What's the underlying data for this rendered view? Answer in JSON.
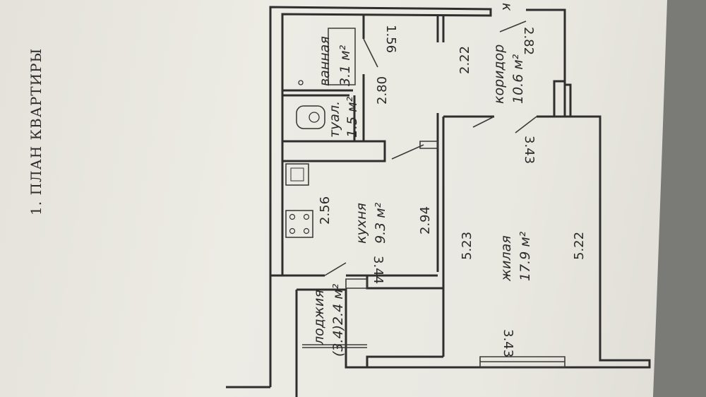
{
  "page": {
    "heading": "1. ПЛАН КВАРТИРЫ",
    "background_color": "#6d6f6a",
    "paper_color": "#e9e8e1",
    "ink_color": "#2e2e2e"
  },
  "rooms": {
    "bathroom": {
      "name": "ванная",
      "area": "3.1 м²"
    },
    "toilet": {
      "name": "туал.",
      "area": "1.5 м²"
    },
    "corridor": {
      "name": "коридор",
      "area": "10.6 м²"
    },
    "kitchen": {
      "name": "кухня",
      "area": "9.3 м²"
    },
    "living": {
      "name": "жилая",
      "area": "17.9 м²"
    },
    "loggia": {
      "name": "лоджия",
      "area": "(3.4)2.4 м²"
    }
  },
  "dimensions": {
    "d_156": "1.56",
    "d_222": "2.22",
    "d_282": "2.82",
    "d_280": "2.80",
    "d_343_top": "3.43",
    "d_256": "2.56",
    "d_294": "2.94",
    "d_344": "3.44",
    "d_523": "5.23",
    "d_522": "5.22",
    "d_343_bottom": "3.43"
  },
  "edge_fragment": "к"
}
